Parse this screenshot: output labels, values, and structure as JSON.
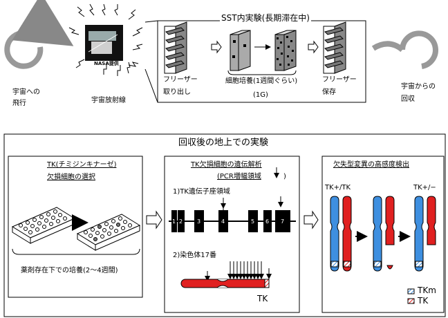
{
  "top": {
    "flight_label_1": "宇宙への",
    "flight_label_2": "飛行",
    "nasa_label": "NASA提供",
    "radiation_label": "宇宙放射線",
    "sst_title": "SST内実験(長期滞在中)",
    "freezer_out_1": "フリーザー",
    "freezer_out_2": "取り出し",
    "culture_label": "細胞培養(1週間ぐらい)",
    "gravity_label": "(1G)",
    "freezer_store_1": "フリーザー",
    "freezer_store_2": "保存",
    "return_label_1": "宇宙からの",
    "return_label_2": "回収"
  },
  "bottom": {
    "title": "回収後の地上での実験",
    "panel1": {
      "title_1": "TK(チミジンキナーゼ)",
      "title_2": "欠損細胞の選択",
      "caption": "薬剤存在下での培養(2～4週間)"
    },
    "panel2": {
      "title_1": "TK欠損細胞の遺伝解析",
      "title_2": "(PCR増幅領域",
      "title_3": ")",
      "step1": "1)TK遺伝子座領域",
      "exons": [
        "1",
        "2",
        "3",
        "4",
        "5",
        "6",
        "7"
      ],
      "step2": "2)染色体17番",
      "tk_label": "TK"
    },
    "panel3": {
      "title": "欠失型変異の高感度検出",
      "left_label": "TK+/TK",
      "right_label": "TK+/−",
      "legend_tkm": "TKm",
      "legend_tk": "TK"
    }
  },
  "colors": {
    "blue": "#3e8fe0",
    "red": "#e02020",
    "gray": "#9a9a9a"
  }
}
